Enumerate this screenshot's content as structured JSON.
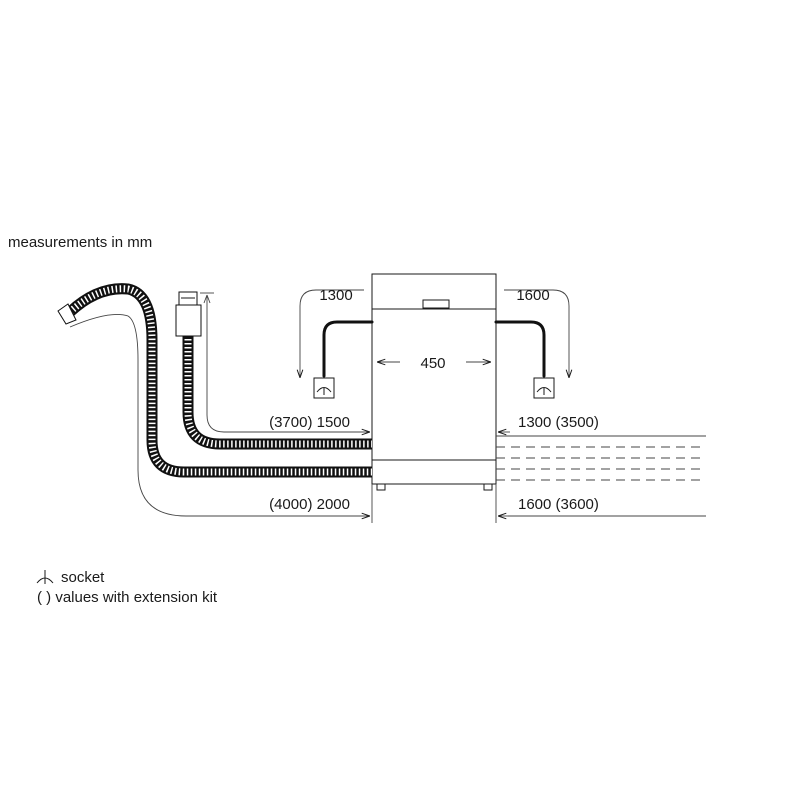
{
  "title": "measurements in mm",
  "dimensions": {
    "width": "450",
    "left_socket_distance": "1300",
    "right_socket_distance": "1600",
    "left_supply_hose": "(3700) 1500",
    "right_supply_hose": "1300 (3500)",
    "left_drain_hose": "(4000) 2000",
    "right_drain_hose": "1600 (3600)"
  },
  "legend": {
    "socket_label": "socket",
    "extension_label": "( ) values with extension kit",
    "socket_icon": "socket-icon"
  },
  "colors": {
    "line": "#1a1a1a",
    "hose_fill": "#ffffff"
  }
}
